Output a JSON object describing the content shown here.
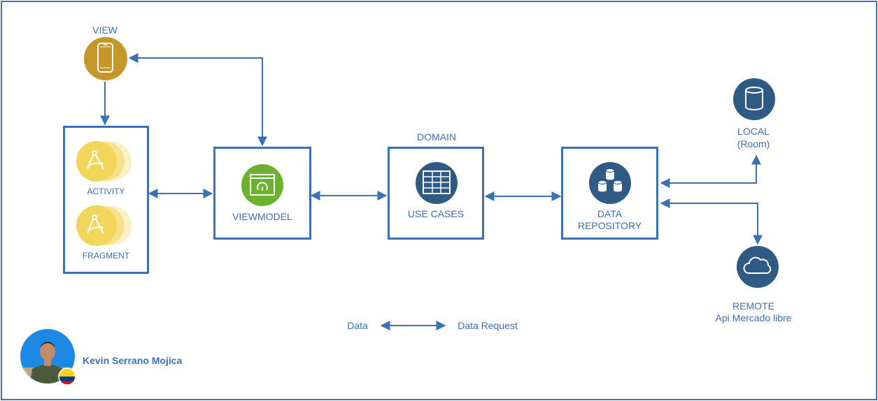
{
  "nodes": {
    "view": "VIEW",
    "activity": "ACTIVITY",
    "fragment": "FRAGMENT",
    "viewmodel": "VIEWMODEL",
    "domain": "DOMAIN",
    "use_cases": "USE CASES",
    "data_repository_line1": "DATA",
    "data_repository_line2": "REPOSITORY",
    "local_line1": "LOCAL",
    "local_line2": "(Room)",
    "remote_line1": "REMOTE",
    "remote_line2": "Api Mercado libre"
  },
  "legend": {
    "left": "Data",
    "right": "Data Request"
  },
  "author": {
    "name": "Kevin Serrano Mojica"
  },
  "colors": {
    "accent": "#3d6fb5",
    "view_icon": "#c5962a",
    "android_yellow": "#f2d55b",
    "viewmodel_green": "#6bb32e",
    "dark_blue_icon": "#2f5a84"
  },
  "icons": [
    "phone-icon",
    "compass-icon",
    "window-icon",
    "table-icon",
    "database-icon",
    "cloud-icon",
    "avatar",
    "colombia-flag-icon"
  ]
}
